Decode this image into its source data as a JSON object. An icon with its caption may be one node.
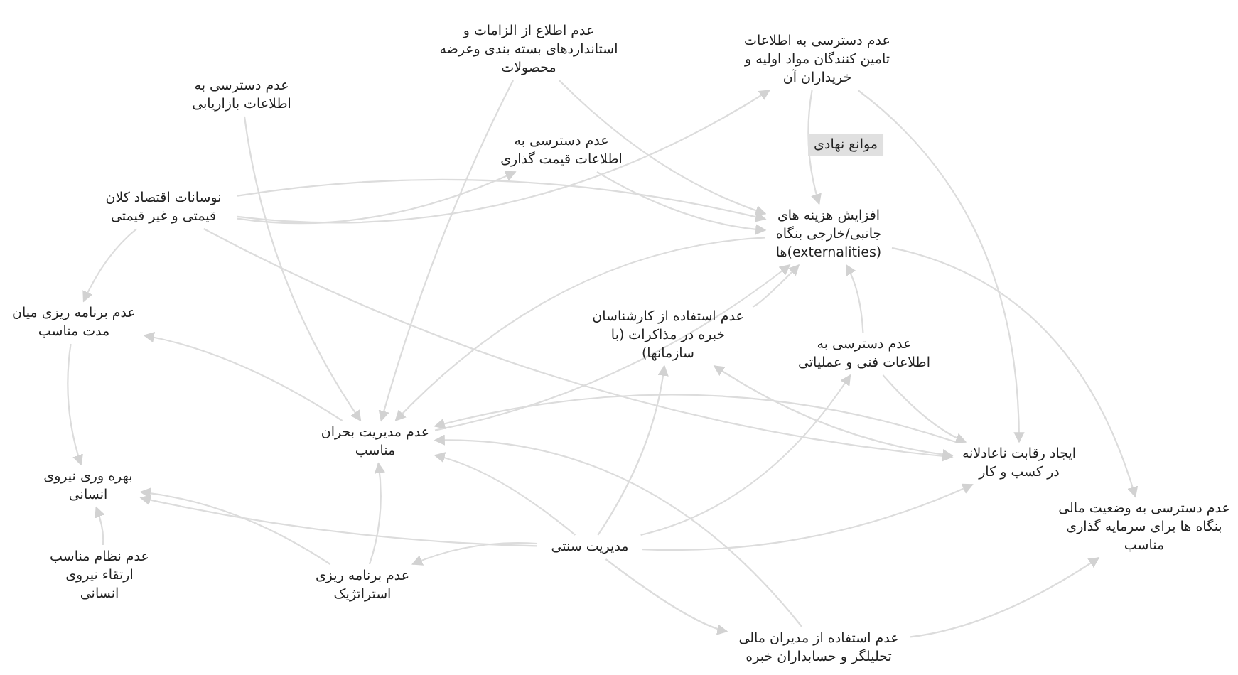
{
  "diagram": {
    "nodes": [
      {
        "text": [
          "عدم اطلاع از الزامات و استانداردهای بسته بندی وعرضه محصولات"
        ]
      },
      {
        "text": [
          "عدم دسترسی به اطلاعات تامین کنندگان مواد اولیه و خریداران آن"
        ]
      },
      {
        "text": [
          "عدم دسترسی به اطلاعات بازاریابی"
        ]
      },
      {
        "text": [
          "موانع نهادی"
        ]
      },
      {
        "text": [
          "عدم دسترسی به اطلاعات قیمت گذاری"
        ]
      },
      {
        "text": [
          "نوسانات اقتصاد کلان قیمتی و غیر قیمتی"
        ]
      },
      {
        "text": [
          "افزایش هزینه های جانبی/خارجی بنگاه (externalities)ها"
        ]
      },
      {
        "text": [
          "عدم برنامه ریزی میان مدت مناسب"
        ]
      },
      {
        "text": [
          "عدم استفاده از کارشناسان خبره در مذاکرات (با سازمانها)"
        ]
      },
      {
        "text": [
          "عدم دسترسی به اطلاعات فنی و عملیاتی"
        ]
      },
      {
        "text": [
          "عدم مدیریت بحران مناسب"
        ]
      },
      {
        "text": [
          "ایجاد رقابت ناعادلانه در کسب و کار"
        ]
      },
      {
        "text": [
          "بهره وری نیروی انسانی"
        ]
      },
      {
        "text": [
          "عدم دسترسی به وضعیت مالی بنگاه ها برای سرمایه گذاری مناسب"
        ]
      },
      {
        "text": [
          "مدیریت سنتی"
        ]
      },
      {
        "text": [
          "عدم نظام مناسب ارتقاء نیروی انسانی"
        ]
      },
      {
        "text": [
          "عدم برنامه ریزی استراتژیک"
        ]
      },
      {
        "text": [
          "عدم استفاده از مدیران مالی تحلیلگر و حسابداران خبره"
        ]
      }
    ],
    "edges": [
      {
        "from": 5,
        "to": 1,
        "arrow": "to"
      },
      {
        "from": 0,
        "to": 6,
        "arrow": "to"
      },
      {
        "from": 1,
        "to": 6,
        "arrow": "to"
      },
      {
        "from": 4,
        "to": 6,
        "arrow": "to"
      },
      {
        "from": 1,
        "to": 11,
        "arrow": "to"
      },
      {
        "from": 6,
        "to": 13,
        "arrow": "to"
      },
      {
        "from": 17,
        "to": 13,
        "arrow": "to"
      },
      {
        "from": 14,
        "to": 17,
        "arrow": "to"
      },
      {
        "from": 14,
        "to": 16,
        "arrow": "to"
      },
      {
        "from": 14,
        "to": 12,
        "arrow": "to"
      },
      {
        "from": 14,
        "to": 10,
        "arrow": "to"
      },
      {
        "from": 14,
        "to": 9,
        "arrow": "to"
      },
      {
        "from": 14,
        "to": 8,
        "arrow": "to"
      },
      {
        "from": 14,
        "to": 11,
        "arrow": "to"
      },
      {
        "from": 16,
        "to": 12,
        "arrow": "to"
      },
      {
        "from": 16,
        "to": 10,
        "arrow": "to"
      },
      {
        "from": 15,
        "to": 12,
        "arrow": "to"
      },
      {
        "from": 7,
        "to": 12,
        "arrow": "to"
      },
      {
        "from": 5,
        "to": 7,
        "arrow": "to"
      },
      {
        "from": 2,
        "to": 10,
        "arrow": "to"
      },
      {
        "from": 5,
        "to": 4,
        "arrow": "to"
      },
      {
        "from": 5,
        "to": 6,
        "arrow": "to"
      },
      {
        "from": 5,
        "to": 11,
        "arrow": "to"
      },
      {
        "from": 10,
        "to": 7,
        "arrow": "to"
      },
      {
        "from": 10,
        "to": 6,
        "arrow": "to"
      },
      {
        "from": 6,
        "to": 10,
        "arrow": "to"
      },
      {
        "from": 8,
        "to": 6,
        "arrow": "to"
      },
      {
        "from": 9,
        "to": 6,
        "arrow": "to"
      },
      {
        "from": 9,
        "to": 11,
        "arrow": "to"
      },
      {
        "from": 11,
        "to": 10,
        "arrow": "to"
      },
      {
        "from": 8,
        "to": 11,
        "arrow": "both"
      },
      {
        "from": 17,
        "to": 10,
        "arrow": "to"
      },
      {
        "from": 0,
        "to": 10,
        "arrow": "to"
      }
    ]
  }
}
